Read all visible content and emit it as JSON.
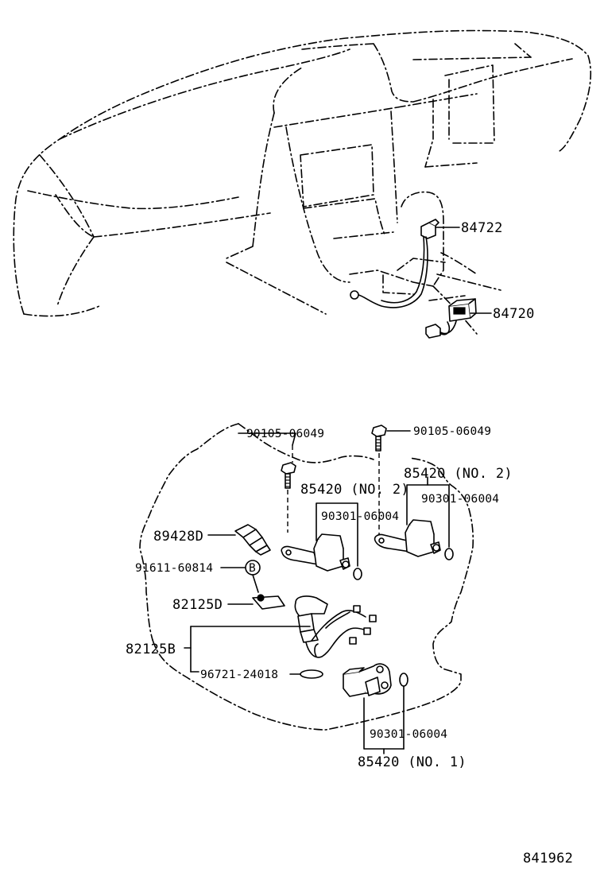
{
  "diagram_id": "841962",
  "upper": {
    "labels": {
      "p84722": "84722",
      "p84720": "84720"
    }
  },
  "lower": {
    "labels": {
      "bolt_left": "90105-06049",
      "bolt_right": "90105-06049",
      "sol_no2_left": "85420 (NO. 2)",
      "sol_no2_right": "85420 (NO. 2)",
      "oring_left": "90301-06004",
      "oring_right": "90301-06004",
      "sensor": "89428D",
      "clip": "91611-60814",
      "clip_marker": "B",
      "plate": "82125D",
      "harness": "82125B",
      "grommet": "96721-24018",
      "oring_bottom": "90301-06004",
      "sol_no1": "85420 (NO. 1)"
    }
  }
}
